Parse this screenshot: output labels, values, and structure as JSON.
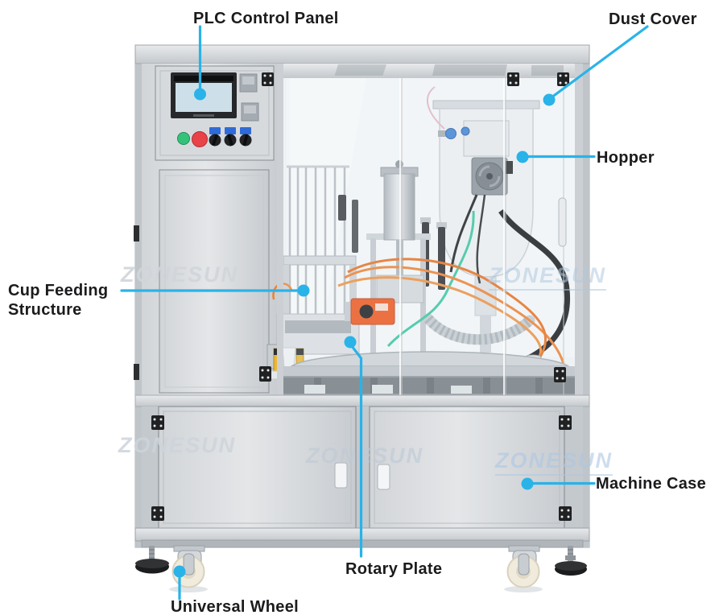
{
  "watermark": {
    "text": "ZONESUN"
  },
  "callout": {
    "color": "#29b3e8"
  },
  "labels": {
    "plc_control_panel": "PLC Control Panel",
    "dust_cover": "Dust Cover",
    "hopper": "Hopper",
    "cup_feeding_line1": "Cup Feeding",
    "cup_feeding_line2": "Structure",
    "rotary_plate": "Rotary Plate",
    "machine_case": "Machine Case",
    "universal_wheel": "Universal Wheel"
  }
}
